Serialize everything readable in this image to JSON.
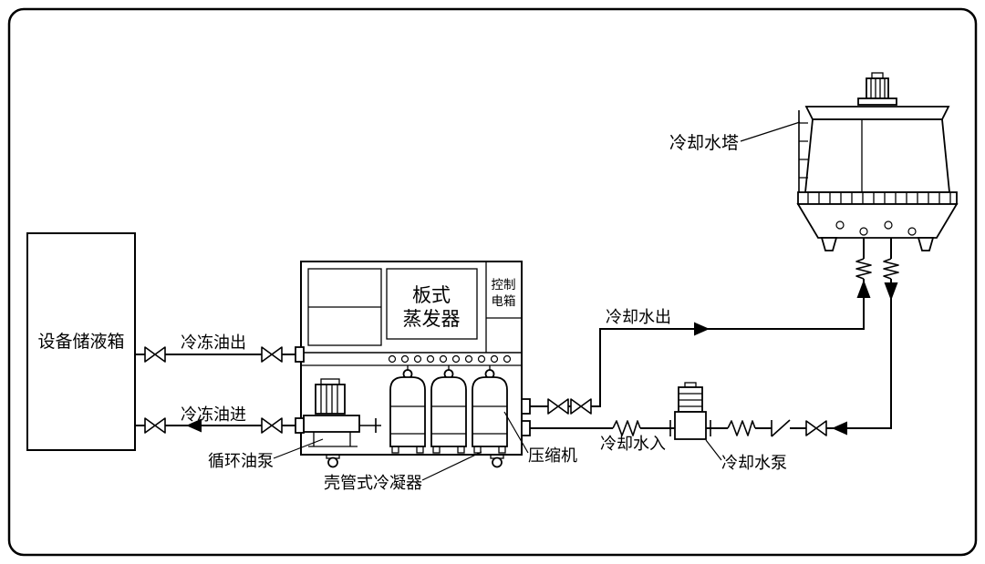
{
  "colors": {
    "line": "#000000",
    "background": "#ffffff"
  },
  "labels": {
    "storage_tank": "设备储液箱",
    "frozen_oil_out": "冷冻油出",
    "frozen_oil_in": "冷冻油进",
    "circulating_oil_pump": "循环油泵",
    "shell_tube_condenser": "壳管式冷凝器",
    "compressor": "压缩机",
    "plate_evaporator_line1": "板式",
    "plate_evaporator_line2": "蒸发器",
    "control_box_line1": "控制",
    "control_box_line2": "电箱",
    "cooling_tower": "冷却水塔",
    "cooling_water_out": "冷却水出",
    "cooling_water_in": "冷却水入",
    "cooling_water_pump": "冷却水泵"
  }
}
